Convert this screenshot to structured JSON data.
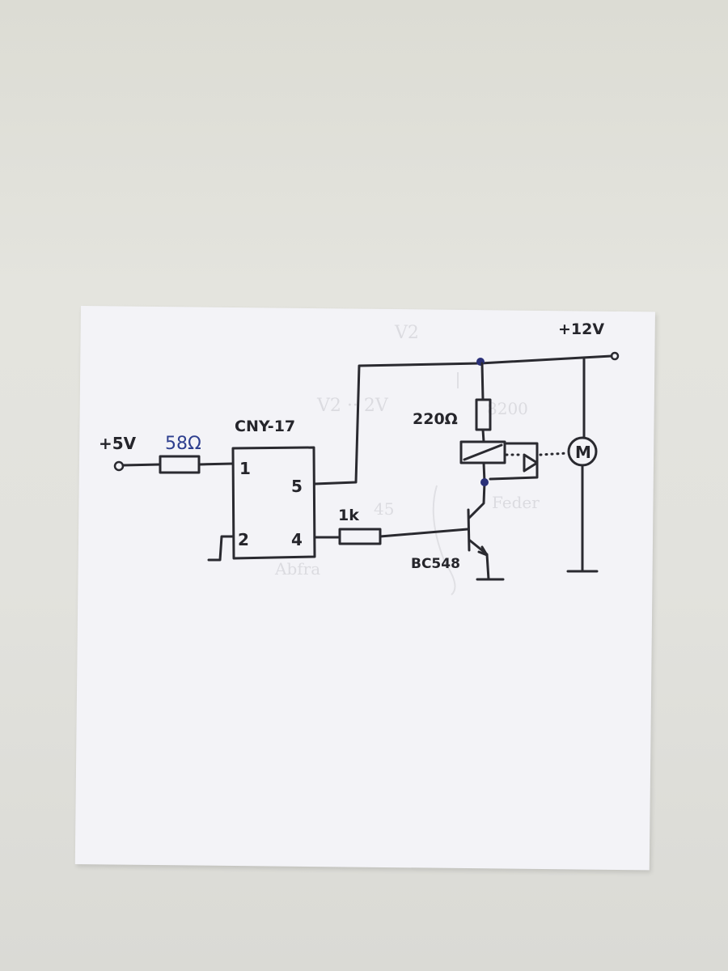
{
  "labels": {
    "supply_5v": "+5V",
    "supply_12v": "+12V",
    "r_input": "58Ω",
    "optocoupler": "CNY-17",
    "pin_1": "1",
    "pin_2": "2",
    "pin_4": "4",
    "pin_5": "5",
    "r_base": "1k",
    "r_coil": "220Ω",
    "transistor": "BC548",
    "motor": "M"
  },
  "colors": {
    "ink": "#2a2a30",
    "blue_ink": "#2e3f8f",
    "paper": "#f3f3f7",
    "background": "#e2e2dd"
  }
}
